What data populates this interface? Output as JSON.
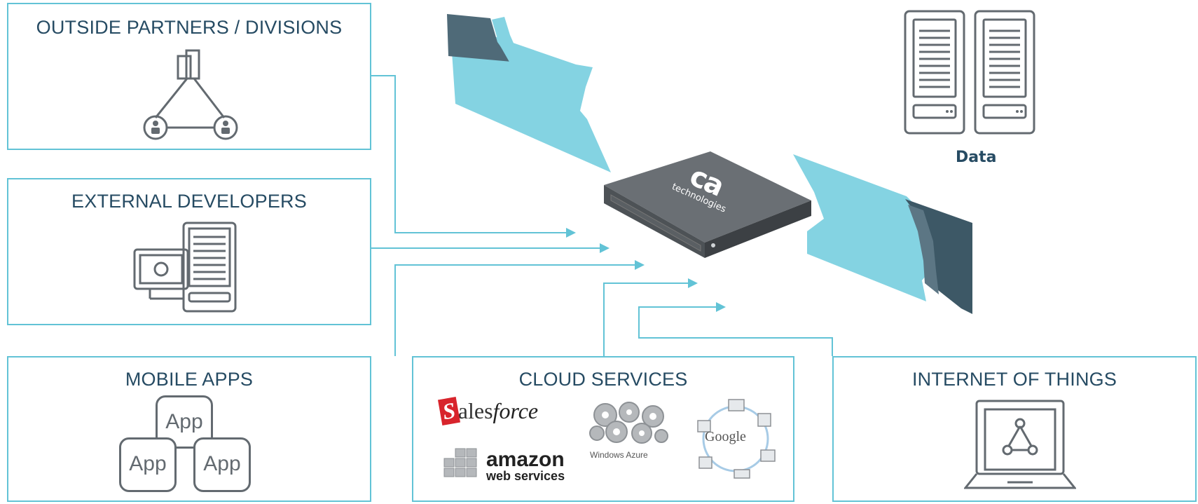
{
  "boxes": {
    "outside_partners": {
      "title": "OUTSIDE PARTNERS / DIVISIONS"
    },
    "external_developers": {
      "title": "EXTERNAL DEVELOPERS"
    },
    "mobile_apps": {
      "title": "MOBILE APPS",
      "app_labels": [
        "App",
        "App",
        "App"
      ]
    },
    "cloud_services": {
      "title": "CLOUD SERVICES",
      "logos": {
        "salesforce_s": "S",
        "salesforce_a": "ales",
        "salesforce_b": "force",
        "windows_azure": "Windows Azure",
        "google": "Google",
        "amazon": "amazon",
        "aws": "web services"
      }
    },
    "internet_of_things": {
      "title": "INTERNET OF THINGS"
    }
  },
  "appliance": {
    "brand": "ca",
    "subtitle": "technologies"
  },
  "data_store": {
    "label": "Data"
  },
  "colors": {
    "accent": "#62c3d6",
    "flow": "#84d3e2",
    "dark": "#3d5866",
    "text": "#264b63"
  },
  "icons": [
    "network-triangle-icon",
    "developer-workstation-icon",
    "app-stack-icon",
    "laptop-network-icon",
    "server-rack-icon",
    "gateway-appliance-icon"
  ]
}
